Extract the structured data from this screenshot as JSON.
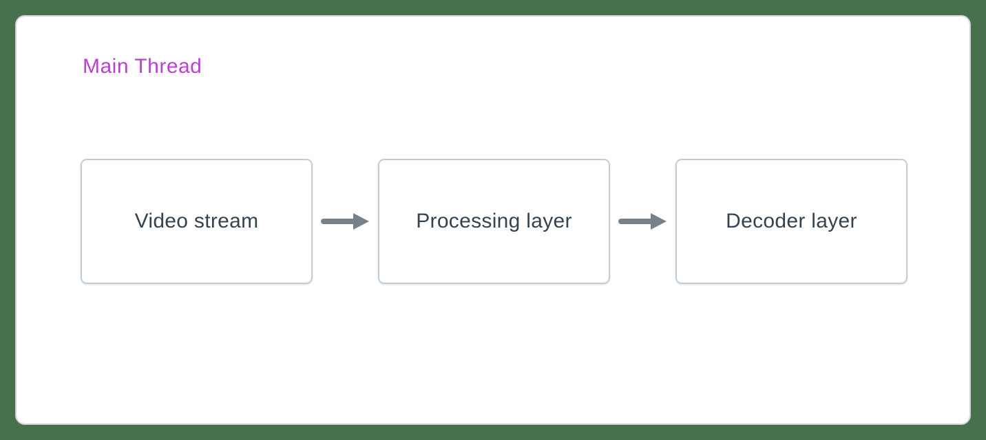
{
  "diagram": {
    "title": "Main Thread",
    "nodes": [
      {
        "label": "Video stream"
      },
      {
        "label": "Processing layer"
      },
      {
        "label": "Decoder layer"
      }
    ],
    "connections": [
      {
        "from": "Video stream",
        "to": "Processing layer",
        "type": "arrow-right"
      },
      {
        "from": "Processing layer",
        "to": "Decoder layer",
        "type": "arrow-right"
      }
    ],
    "colors": {
      "background": "#47704D",
      "card_background": "#ffffff",
      "card_border": "#cbd4dd",
      "node_border": "#c3cdd7",
      "node_text": "#344350",
      "arrow": "#75818D",
      "title_text": "#bb3fd3"
    }
  }
}
